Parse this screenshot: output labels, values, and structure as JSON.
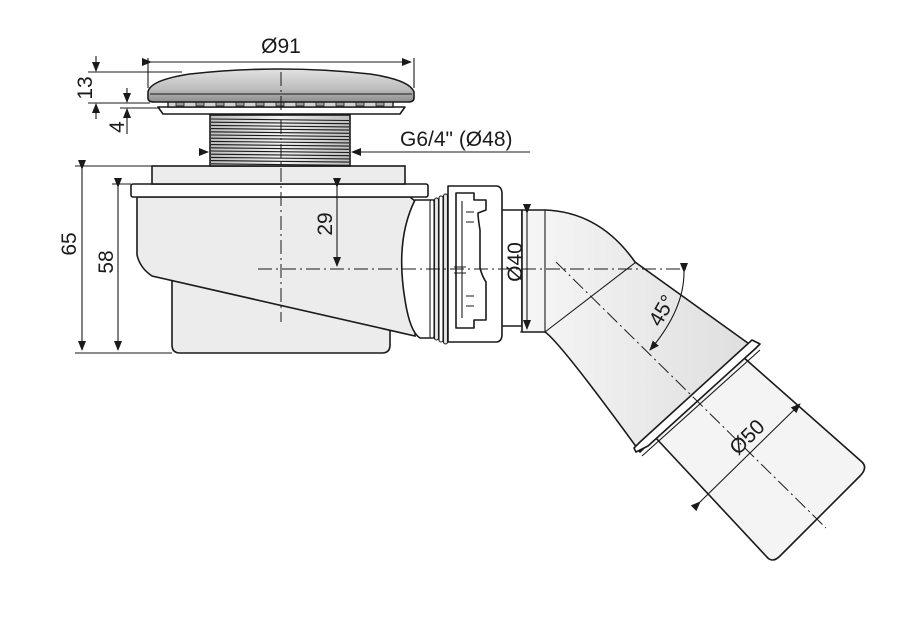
{
  "dimensions": {
    "cover_diameter": "Ø91",
    "cover_height": "13",
    "flange_height": "4",
    "thread": "G6/4\" (Ø48)",
    "total_height": "65",
    "body_height": "58",
    "outlet_center_height": "29",
    "outlet_diameter": "Ø40",
    "elbow_angle": "45°",
    "pipe_diameter": "Ø50"
  },
  "colors": {
    "line": "#1a1a1a",
    "metal_fill": "#d4d4d4",
    "body_fill": "#ececec"
  }
}
